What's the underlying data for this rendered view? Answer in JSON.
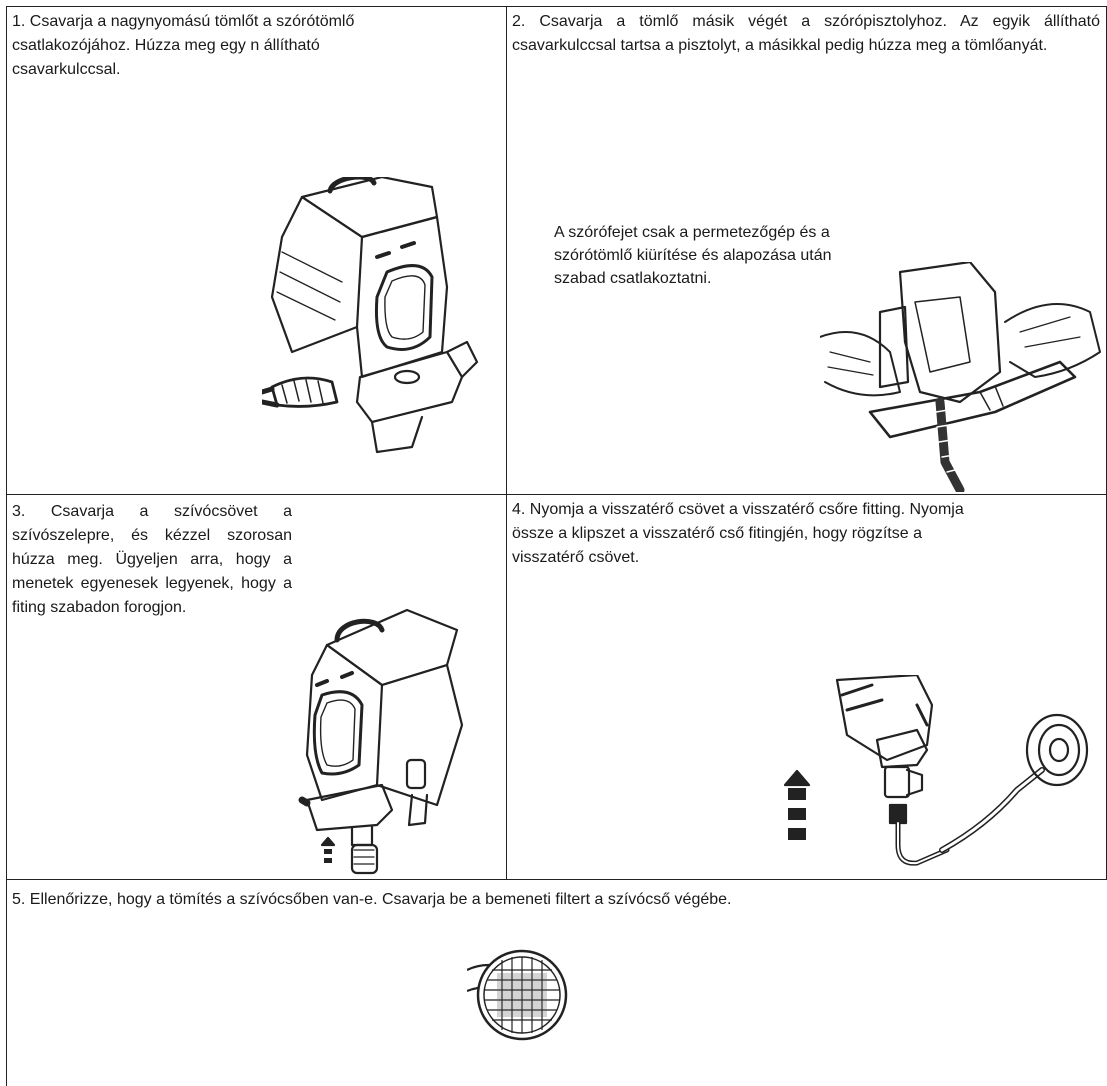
{
  "steps": [
    {
      "text": "1. Csavarja a nagynyomású tömlőt a szórótömlő csatlakozójához. Húzza meg egy n állítható csavarkulccsal."
    },
    {
      "text": "2. Csavarja a tömlő másik végét a szórópisztolyhoz. Az egyik állítható csavarkulccsal tartsa a pisztolyt, a másikkal pedig húzza meg a tömlőanyát."
    },
    {
      "text": "3. Csavarja a szívócsövet a szívószelepre, és kézzel szorosan húzza meg. Ügyeljen arra, hogy a menetek egyenesek legyenek, hogy a fiting szabadon forogjon."
    },
    {
      "text": "4. Nyomja a visszatérő csövet a visszatérő csőre fitting. Nyomja össze a klipszet a visszatérő cső fitingjén, hogy rögzítse a visszatérő csövet."
    },
    {
      "text": "5. Ellenőrizze, hogy a tömítés a szívócsőben van-e. Csavarja be a bemeneti filtert a szívócső végébe."
    }
  ],
  "note": "A szórófejet csak a permetezőgép és a szórótömlő kiürítése és alapozása után szabad csatlakoztatni."
}
